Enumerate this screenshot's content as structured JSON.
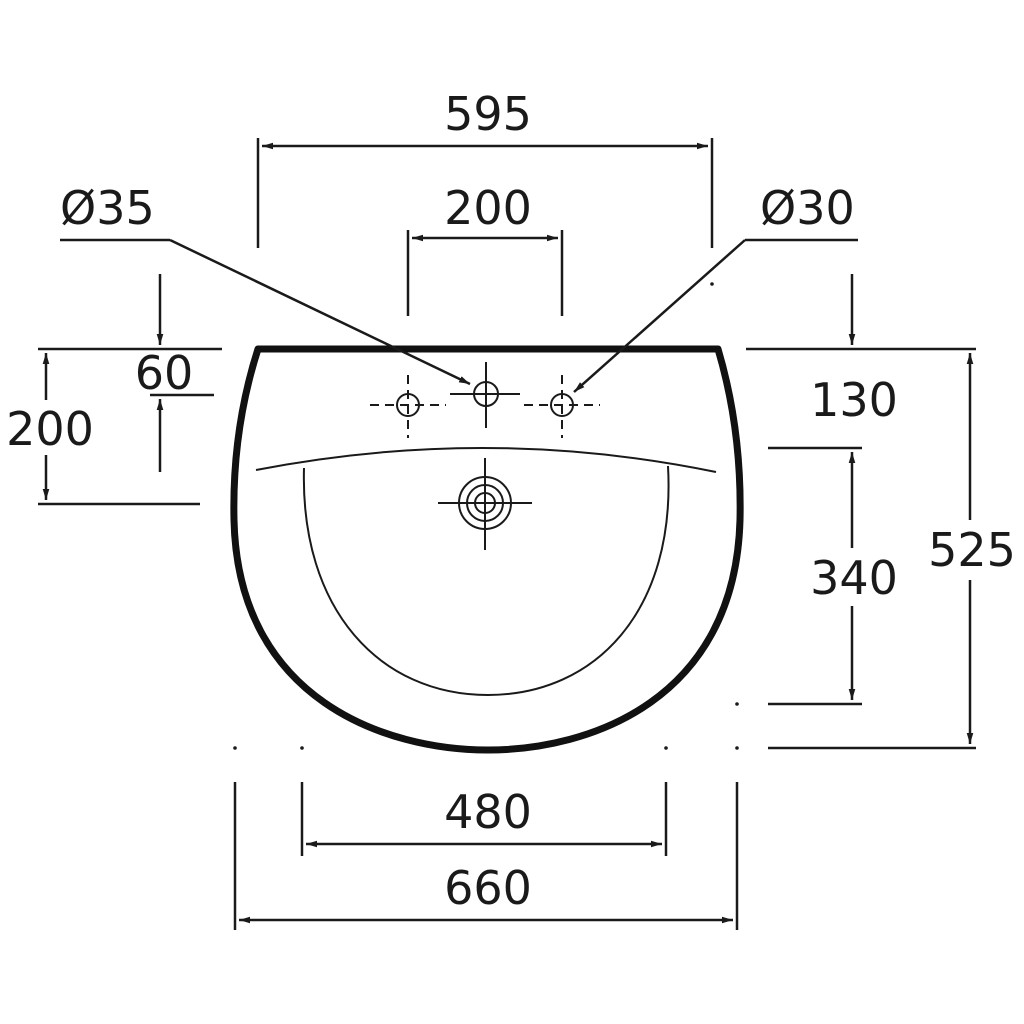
{
  "dimensions": {
    "overall_width": "660",
    "top_width": "595",
    "bowl_width": "480",
    "tap_hole_spacing": "200",
    "overall_depth": "525",
    "bowl_depth": "340",
    "rim_to_bowl": "130",
    "rim_to_tap": "60",
    "wall_depth": "200"
  },
  "holes": {
    "tap_hole_diameter": "Ø35",
    "side_hole_diameter": "Ø30"
  }
}
